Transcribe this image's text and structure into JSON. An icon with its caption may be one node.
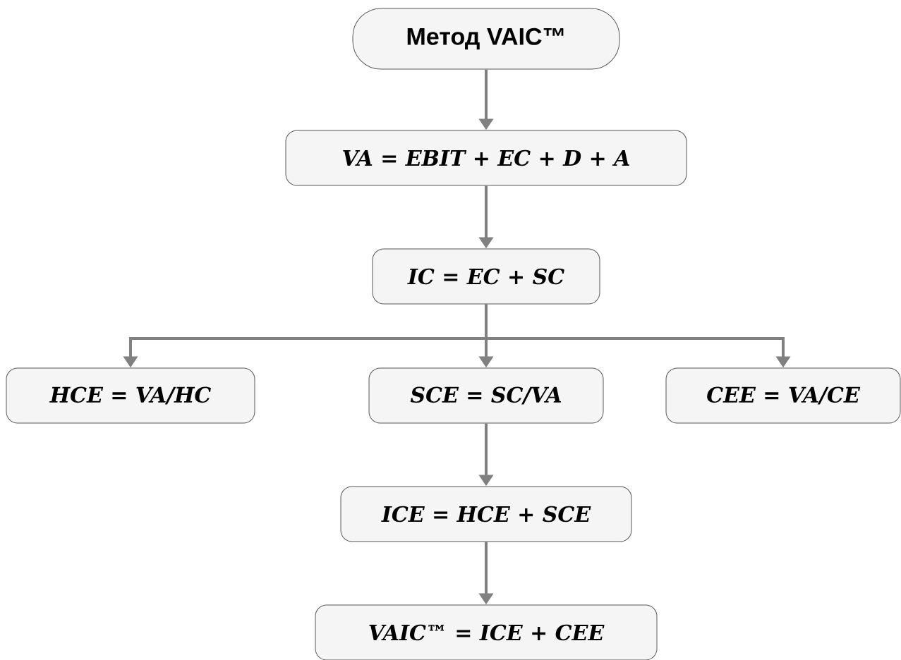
{
  "diagram": {
    "nodes": [
      {
        "text": [
          "Метод VAIC™"
        ]
      },
      {
        "text": [
          "VA = EBIT + EC + D + A"
        ]
      },
      {
        "text": [
          "IC = EC + SC"
        ]
      },
      {
        "text": [
          "HCE = VA/HC"
        ]
      },
      {
        "text": [
          "SCE = SC/VA"
        ]
      },
      {
        "text": [
          "CEE = VA/CE"
        ]
      },
      {
        "text": [
          "ICE = HCE + SCE"
        ]
      },
      {
        "text": [
          "VAIC™ = ICE + CEE"
        ]
      }
    ],
    "edges": [
      {
        "from": 0,
        "to": 1,
        "arrow": "to"
      },
      {
        "from": 1,
        "to": 2,
        "arrow": "to"
      },
      {
        "from": 2,
        "to": 3,
        "arrow": "to"
      },
      {
        "from": 2,
        "to": 4,
        "arrow": "to"
      },
      {
        "from": 2,
        "to": 5,
        "arrow": "to"
      },
      {
        "from": 4,
        "to": 6,
        "arrow": "to"
      },
      {
        "from": 6,
        "to": 7,
        "arrow": "to"
      }
    ]
  }
}
